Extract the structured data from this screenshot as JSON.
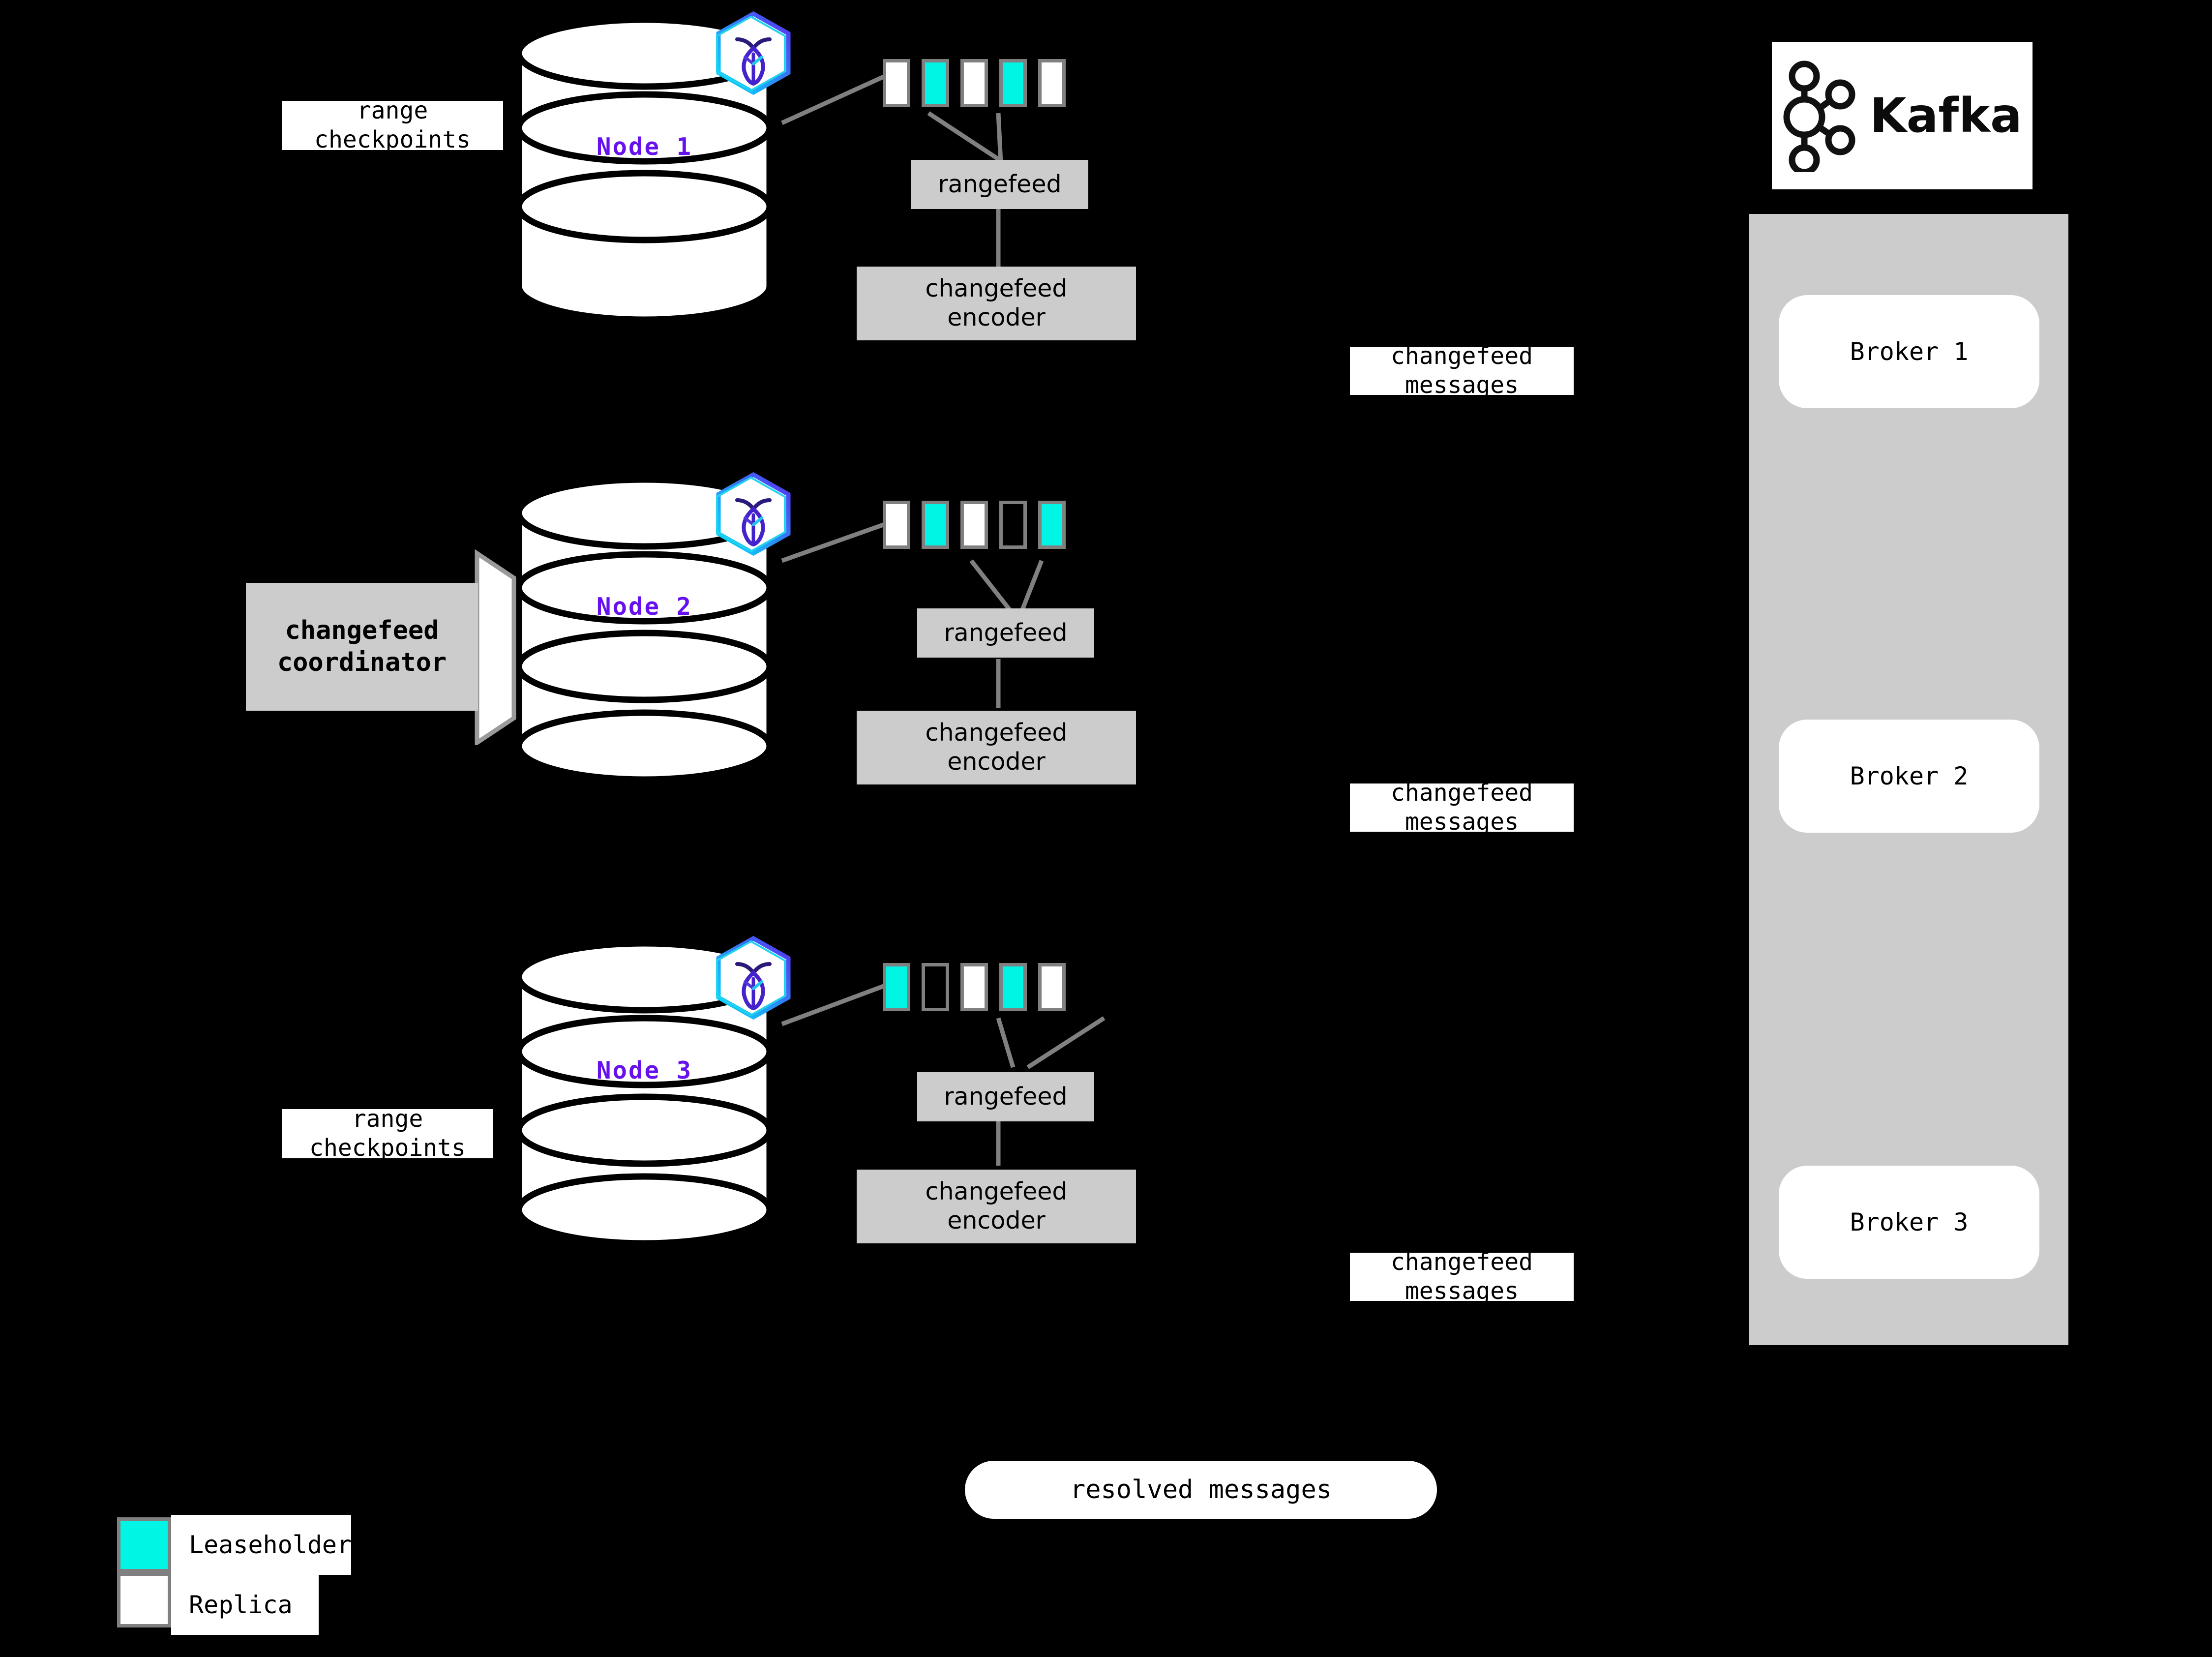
{
  "diagram": {
    "title": "CockroachDB changefeed to Kafka architecture",
    "background": "#000000",
    "accent_leaseholder": "#00F5E4",
    "accent_node_label": "#6611EE",
    "accent_gray_box": "#CCCCCC",
    "accent_border": "#808080"
  },
  "nodes": [
    {
      "id": "node1",
      "label": "Node 1",
      "logo_icon": "cockroachdb-hexagon-icon",
      "side_label": "range\ncheckpoints",
      "side_label_line1": "range",
      "side_label_line2": "checkpoints",
      "ranges": [
        "replica",
        "leaseholder",
        "replica",
        "leaseholder",
        "replica"
      ],
      "rangefeed_label": "rangefeed",
      "encoder_label_line1": "changefeed",
      "encoder_label_line2": "encoder",
      "messages_label_line1": "changefeed",
      "messages_label_line2": "messages"
    },
    {
      "id": "node2",
      "label": "Node 2",
      "logo_icon": "cockroachdb-hexagon-icon",
      "side_label_line1": "changefeed",
      "side_label_line2": "coordinator",
      "ranges": [
        "replica",
        "leaseholder",
        "replica",
        "empty",
        "leaseholder"
      ],
      "rangefeed_label": "rangefeed",
      "encoder_label_line1": "changefeed",
      "encoder_label_line2": "encoder",
      "messages_label_line1": "changefeed",
      "messages_label_line2": "messages"
    },
    {
      "id": "node3",
      "label": "Node 3",
      "logo_icon": "cockroachdb-hexagon-icon",
      "side_label_line1": "range",
      "side_label_line2": "checkpoints",
      "ranges": [
        "leaseholder",
        "empty",
        "replica",
        "leaseholder",
        "replica"
      ],
      "rangefeed_label": "rangefeed",
      "encoder_label_line1": "changefeed",
      "encoder_label_line2": "encoder",
      "messages_label_line1": "changefeed",
      "messages_label_line2": "messages"
    }
  ],
  "kafka": {
    "logo_icon": "kafka-logo-icon",
    "wordmark": "Kafka",
    "brokers": [
      "Broker 1",
      "Broker 2",
      "Broker 3"
    ]
  },
  "resolved": {
    "label": "resolved messages"
  },
  "legend": {
    "items": [
      {
        "swatch": "leaseholder",
        "label": "Leaseholder",
        "color": "#00F5E4"
      },
      {
        "swatch": "replica",
        "label": "Replica",
        "color": "#FFFFFF"
      }
    ]
  }
}
